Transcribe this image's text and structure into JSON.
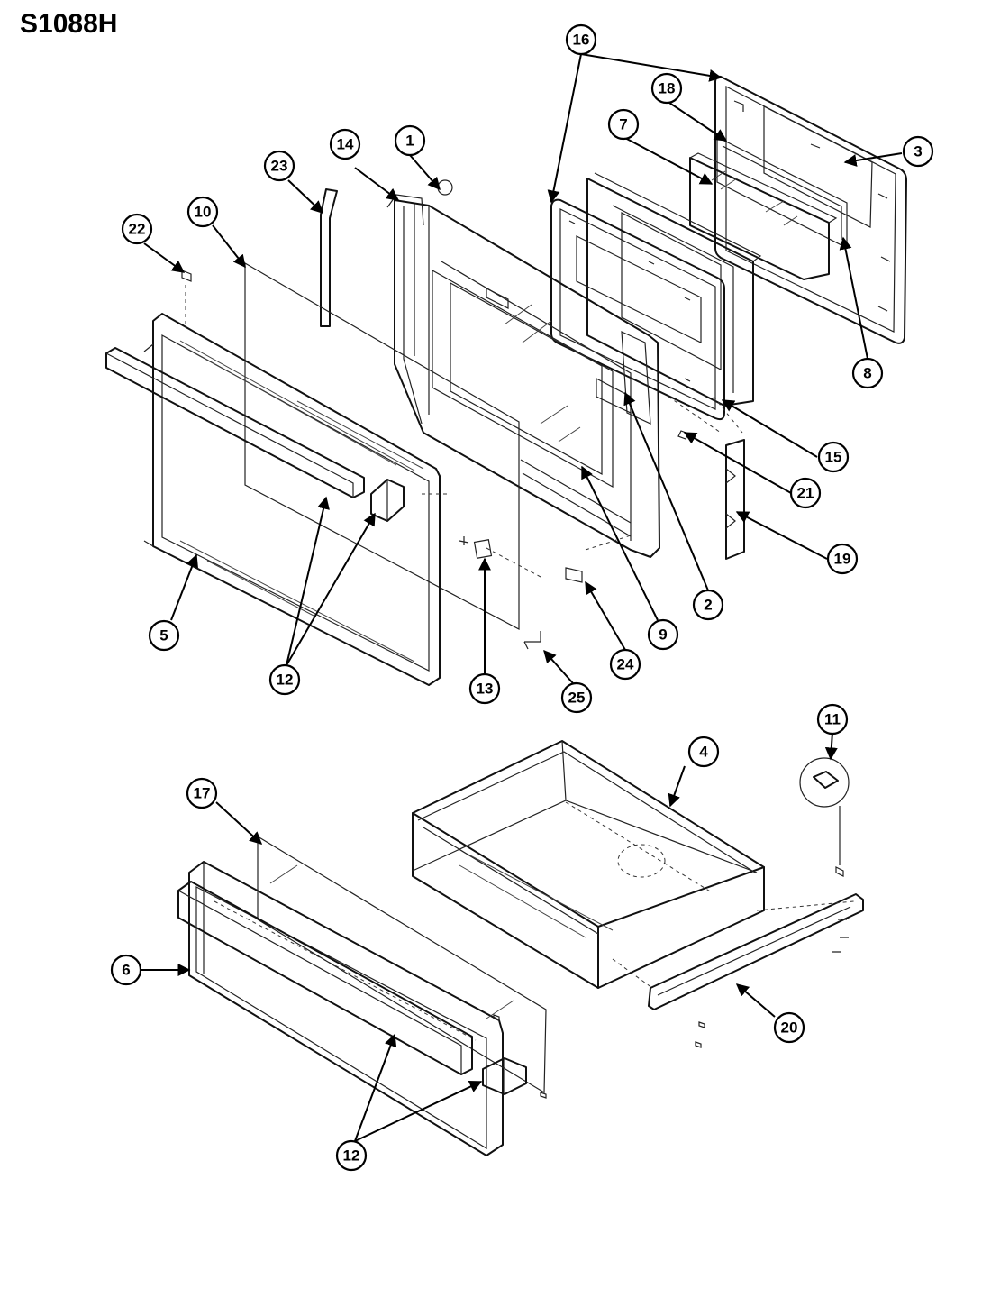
{
  "diagram": {
    "model": "S1088H",
    "callouts": [
      "1",
      "2",
      "3",
      "4",
      "5",
      "6",
      "7",
      "8",
      "9",
      "10",
      "11",
      "12",
      "12",
      "13",
      "14",
      "15",
      "16",
      "17",
      "18",
      "19",
      "20",
      "21",
      "22",
      "23",
      "24",
      "25"
    ]
  }
}
